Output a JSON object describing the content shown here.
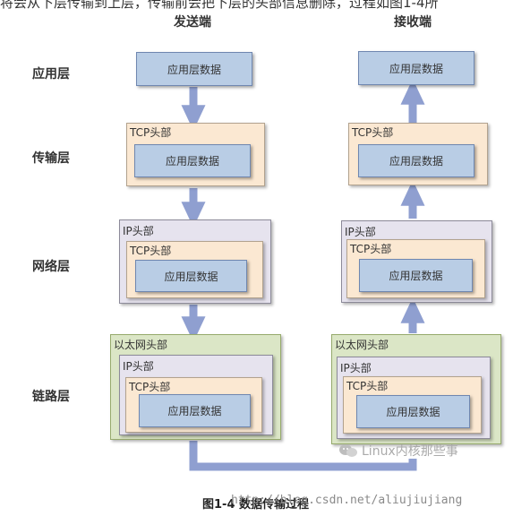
{
  "top_text": "将会从下层传输到上层，传输前会把下层的头部信息删除，过程如图1-4所",
  "columns": {
    "sender": "发送端",
    "receiver": "接收端"
  },
  "layers": [
    "应用层",
    "传输层",
    "网络层",
    "链路层"
  ],
  "labels": {
    "app_data": "应用层数据",
    "tcp_header": "TCP头部",
    "ip_header": "IP头部",
    "eth_header": "以太网头部"
  },
  "caption": "图1-4 数据传输过程",
  "watermark_logo": "Linux内核那些事",
  "watermark_url": "http://blog.csdn.net/aliujiujiang",
  "colors": {
    "arrow": "#8f9fd0",
    "app_data_fill": "#b9cde5",
    "tcp_fill": "#fbe8d2",
    "ip_fill": "#e6e3ee",
    "eth_fill": "#dbe6c6"
  }
}
